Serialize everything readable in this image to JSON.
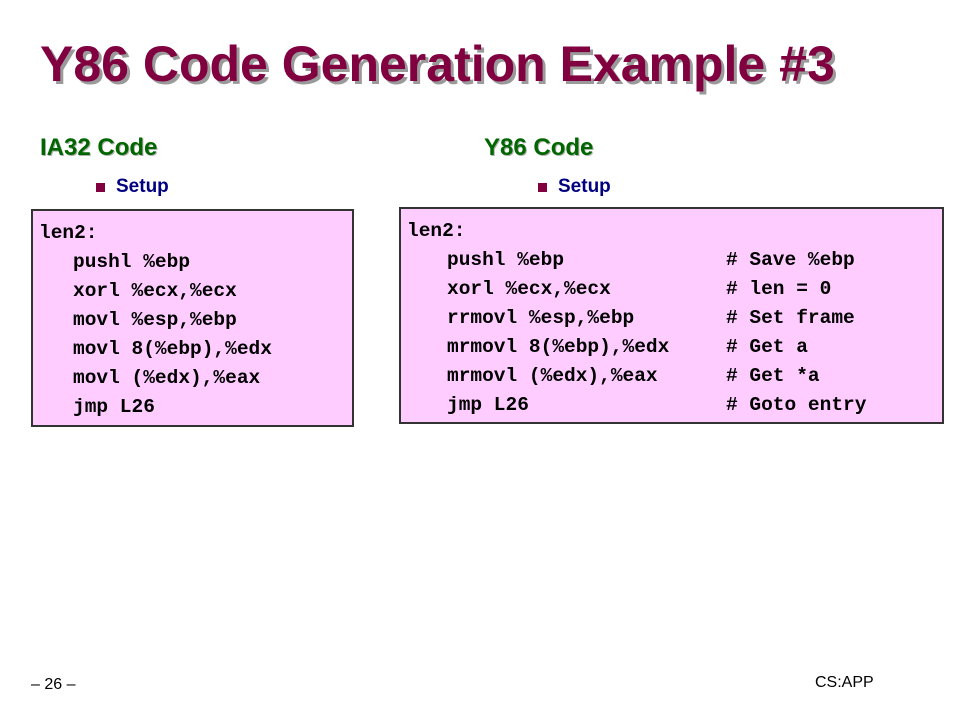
{
  "slide": {
    "title": "Y86 Code Generation Example #3",
    "page_number": "– 26 –",
    "footer_brand": "CS:APP"
  },
  "ia32": {
    "heading": "IA32 Code",
    "bullet": "Setup",
    "label": "len2:",
    "lines": [
      "pushl %ebp",
      "xorl %ecx,%ecx",
      "movl %esp,%ebp",
      "movl 8(%ebp),%edx",
      "movl (%edx),%eax",
      "jmp L26"
    ]
  },
  "y86": {
    "heading": "Y86 Code",
    "bullet": "Setup",
    "label": "len2:",
    "lines": [
      {
        "instr": "pushl %ebp",
        "comment": "# Save %ebp"
      },
      {
        "instr": "xorl %ecx,%ecx",
        "comment": "# len = 0"
      },
      {
        "instr": "rrmovl %esp,%ebp",
        "comment": "# Set frame"
      },
      {
        "instr": "mrmovl 8(%ebp),%edx",
        "comment": "# Get a"
      },
      {
        "instr": "mrmovl (%edx),%eax",
        "comment": "# Get *a"
      },
      {
        "instr": "jmp L26",
        "comment": "# Goto entry"
      }
    ]
  },
  "colors": {
    "title": "#800040",
    "heading": "#006600",
    "bullet_text": "#000080",
    "bullet_marker": "#800040",
    "code_background": "#ffccff"
  }
}
